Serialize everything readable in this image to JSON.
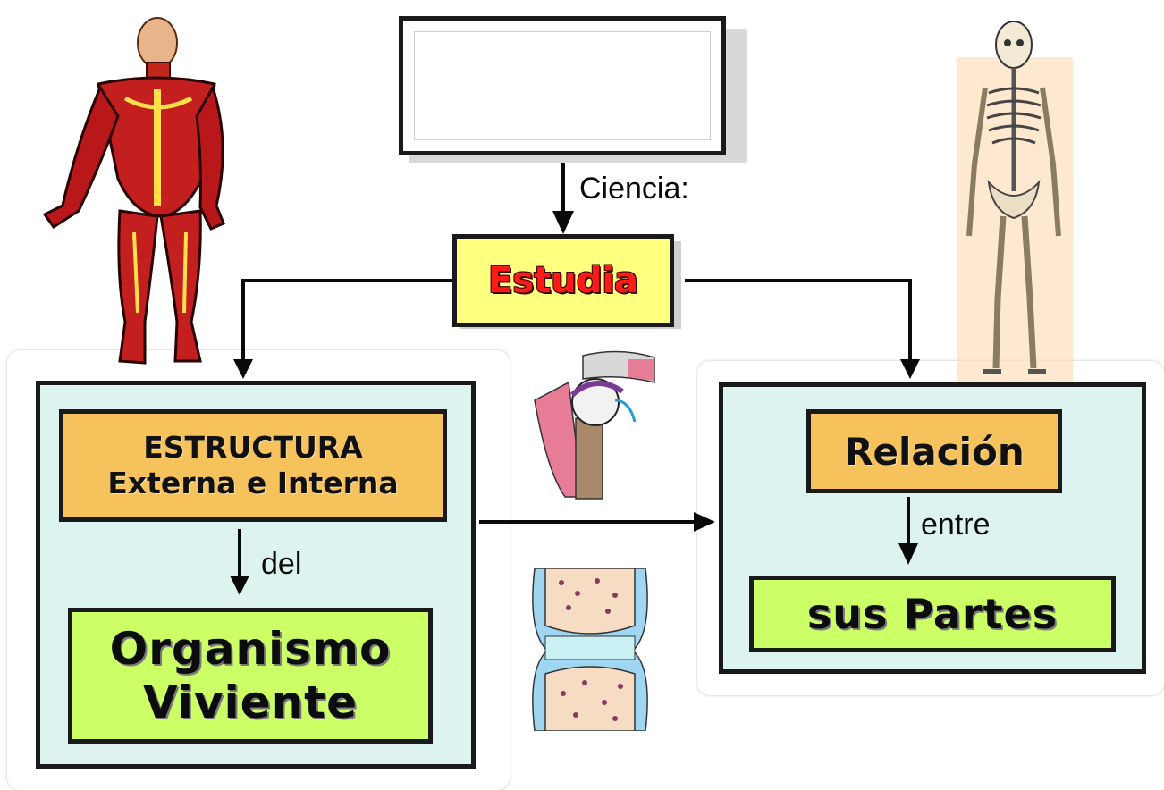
{
  "nodes": {
    "top_box": "",
    "estudia": "Estudia",
    "estructura_line1": "ESTRUCTURA",
    "estructura_line2": "Externa e Interna",
    "organismo_line1": "Organismo",
    "organismo_line2": "Viviente",
    "relacion": "Relación",
    "sus_partes": "sus Partes"
  },
  "connectors": {
    "ciencia": "Ciencia:",
    "del": "del",
    "entre": "entre"
  },
  "colors": {
    "outline": "#1a1a1a",
    "teal_panel": "#ddf3ef",
    "tan_box": "#f6c25c",
    "green_box": "#ccff66",
    "yellow_box": "#ffff80",
    "estudia_text": "#ff1a1a"
  },
  "illustrations": [
    "muscle-anatomy-figure-icon",
    "skeleton-figure-icon",
    "shoulder-joint-diagram-icon",
    "knee-joint-diagram-icon"
  ]
}
